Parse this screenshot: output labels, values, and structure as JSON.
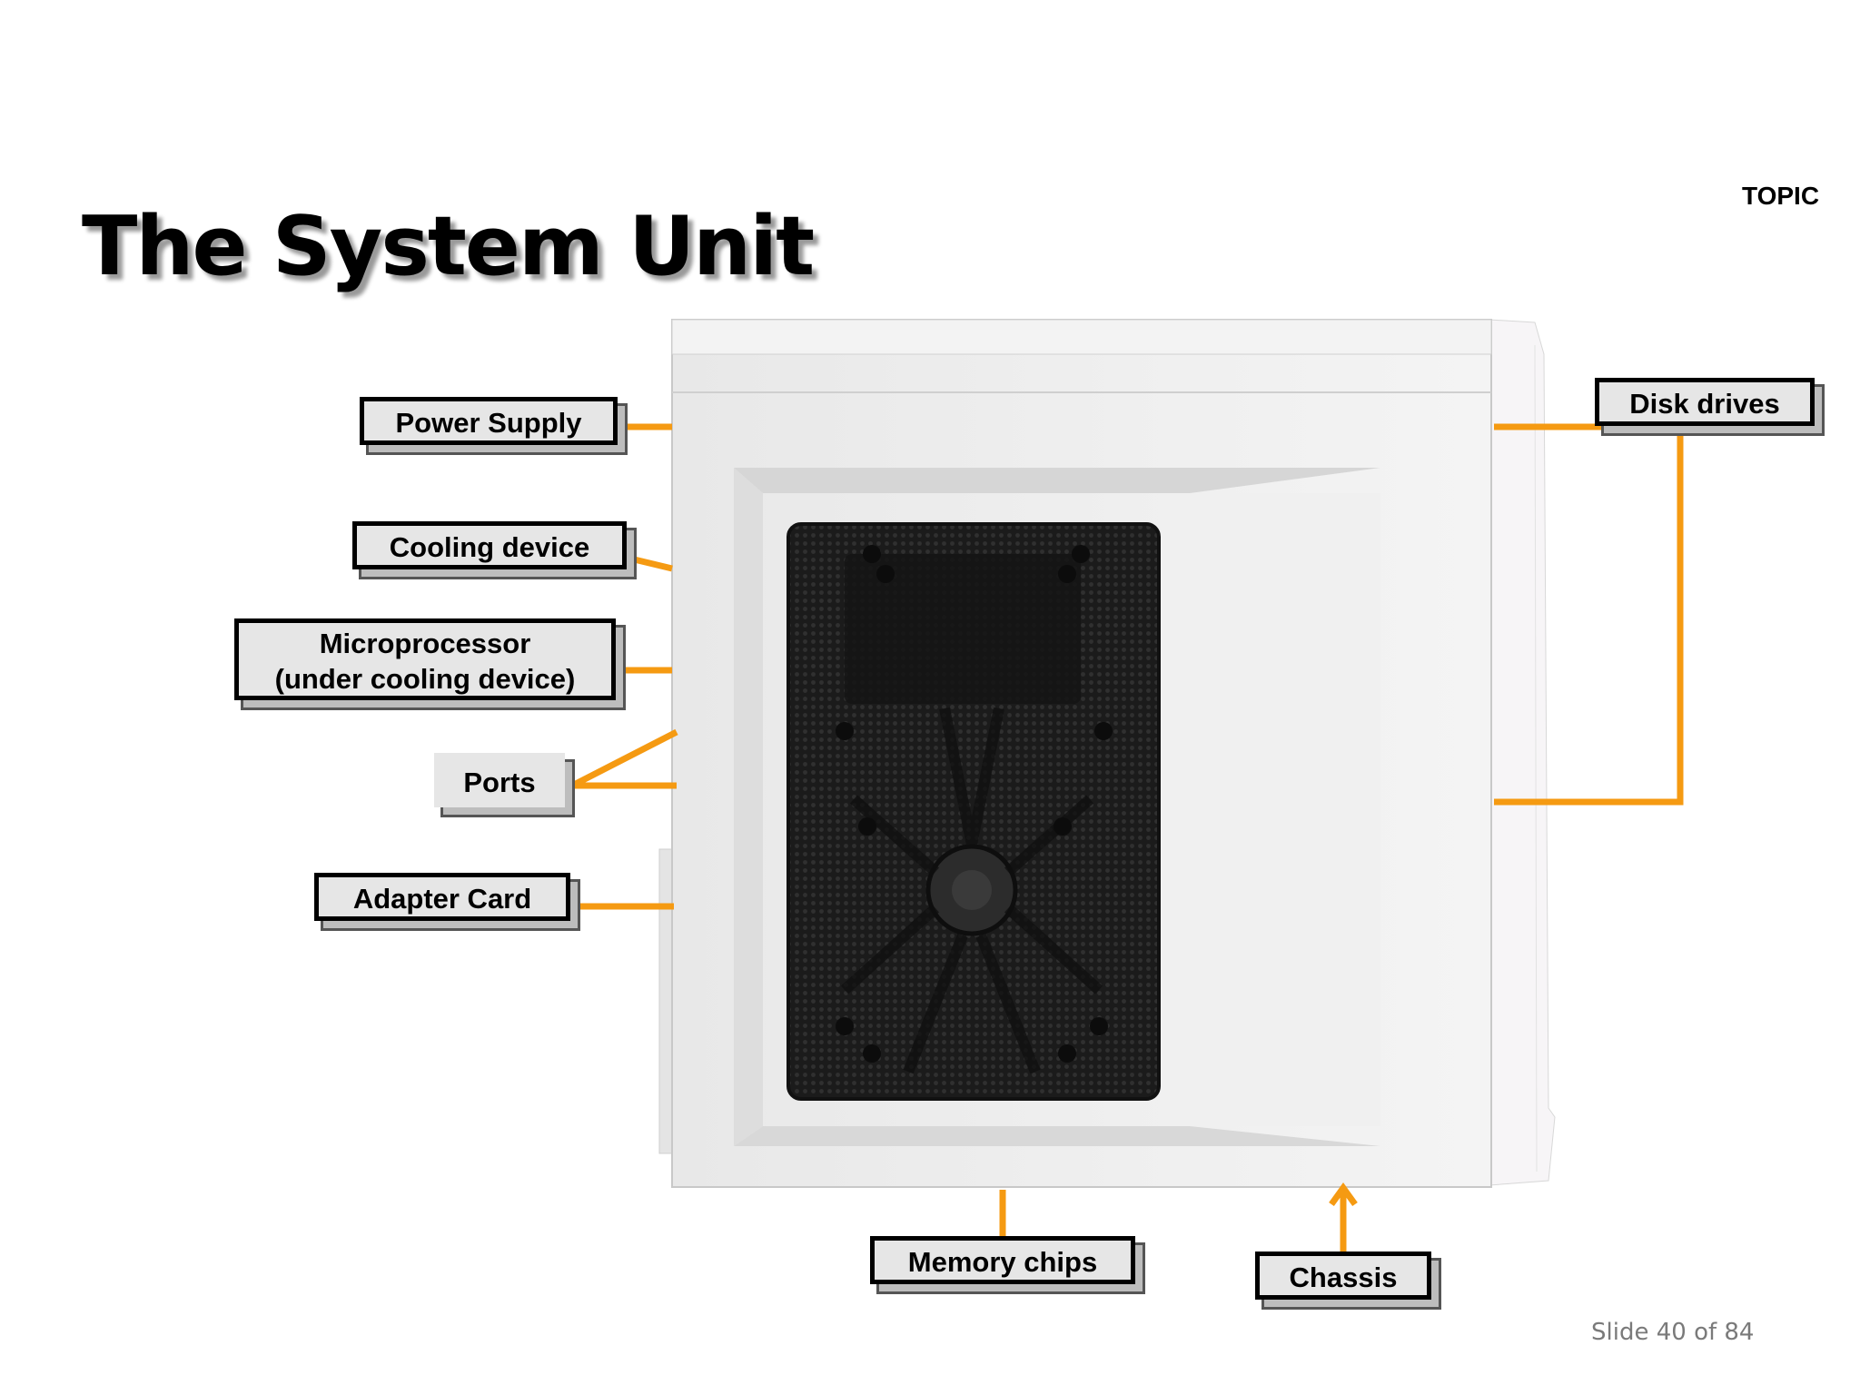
{
  "slide": {
    "title": "The System Unit",
    "topic": "TOPIC",
    "footer": "Slide 40 of 84"
  },
  "diagram": {
    "labels": {
      "power_supply": "Power Supply",
      "cooling_device": "Cooling device",
      "microprocessor": "Microprocessor\n(under cooling device)",
      "ports": "Ports",
      "adapter_card": "Adapter Card",
      "disk_drives": "Disk drives",
      "memory_chips": "Memory chips",
      "chassis": "Chassis"
    },
    "colors": {
      "leader_line": "#f59a12",
      "case_panel": "#ebebeb",
      "case_window": "#1e1e1e",
      "label_fill": "#e6e6e6"
    },
    "image": "computer-case-side-panel"
  }
}
